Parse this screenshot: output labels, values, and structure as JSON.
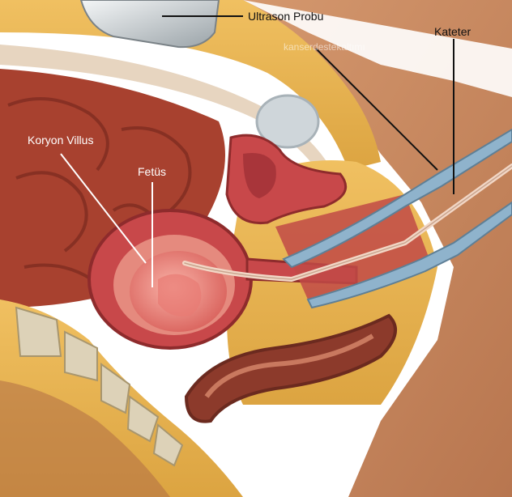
{
  "labels": {
    "probe": "Ultrason Probu",
    "catheter": "Kateter",
    "chorionic_villus": "Koryon Villus",
    "fetus": "Fetüs",
    "watermark": "kanserdestekaltımı"
  },
  "colors": {
    "skin": "#c98a62",
    "fat": "#e9b24f",
    "intestine": "#a8412f",
    "uterus": "#c8484a",
    "fetus": "#f08a84",
    "bone": "#ddd2b8",
    "catheter": "#8fb3cc",
    "label_line_dark": "#111111",
    "label_line_light": "#ffffff"
  }
}
